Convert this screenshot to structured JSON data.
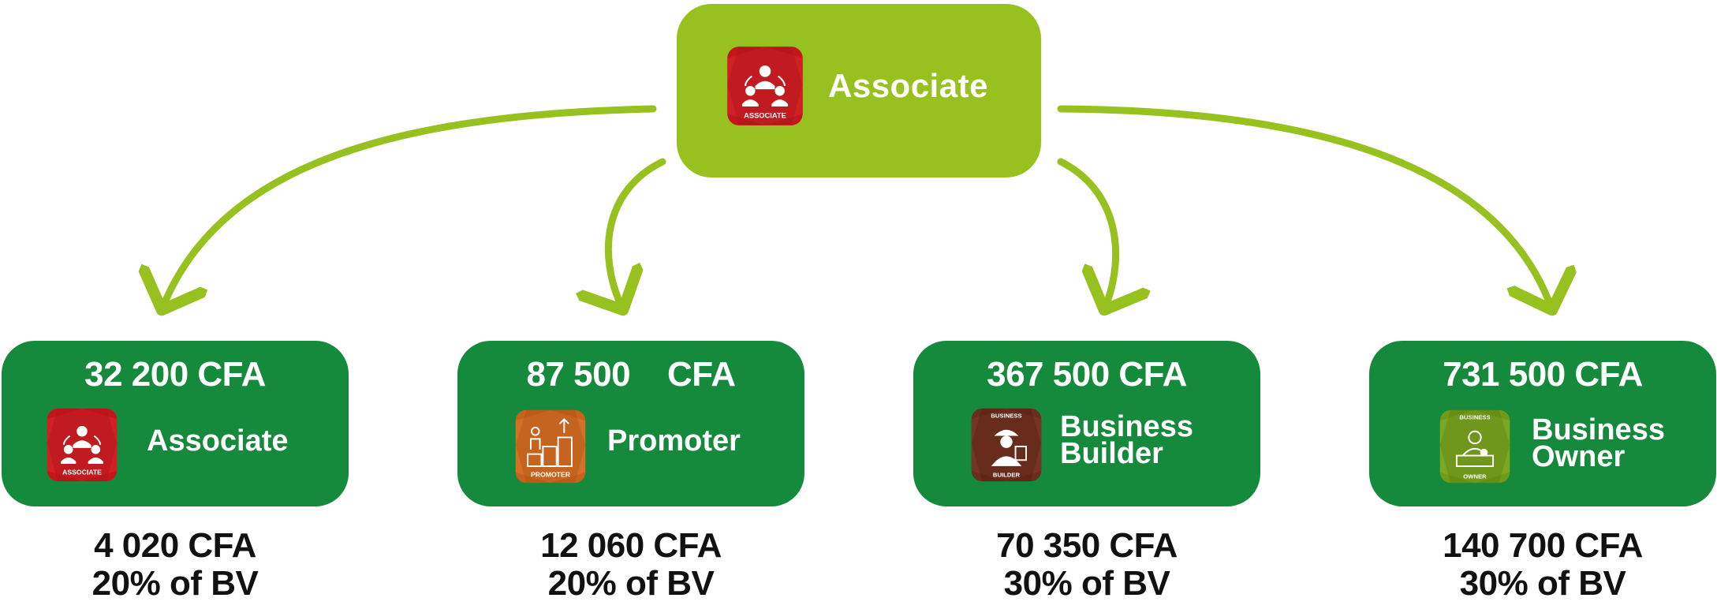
{
  "colors": {
    "root_card": "#96c11f",
    "tier_card": "#158a3c",
    "arrow": "#96c11f",
    "text_light": "#ffffff",
    "text_dark": "#111111"
  },
  "root": {
    "title": "Associate",
    "badge_icon": "associate-badge-icon",
    "badge_text": "ASSOCIATE"
  },
  "tiers": [
    {
      "price": "32 200 CFA",
      "label": "Associate",
      "badge_icon": "associate-badge-icon",
      "badge_text": "ASSOCIATE",
      "commission": "4 020 CFA",
      "rate": "20% of BV"
    },
    {
      "price": "87 500    CFA",
      "label": "Promoter",
      "badge_icon": "promoter-badge-icon",
      "badge_text": "PROMOTER",
      "commission": "12 060 CFA",
      "rate": "20% of BV"
    },
    {
      "price": "367 500 CFA",
      "label": "Business\nBuilder",
      "badge_icon": "business-builder-badge-icon",
      "badge_text_top": "BUSINESS",
      "badge_text": "BUILDER",
      "commission": "70 350 CFA",
      "rate": "30% of BV"
    },
    {
      "price": "731 500 CFA",
      "label": "Business\nOwner",
      "badge_icon": "business-owner-badge-icon",
      "badge_text_top": "BUSINESS",
      "badge_text": "OWNER",
      "commission": "140 700 CFA",
      "rate": "30% of BV"
    }
  ]
}
